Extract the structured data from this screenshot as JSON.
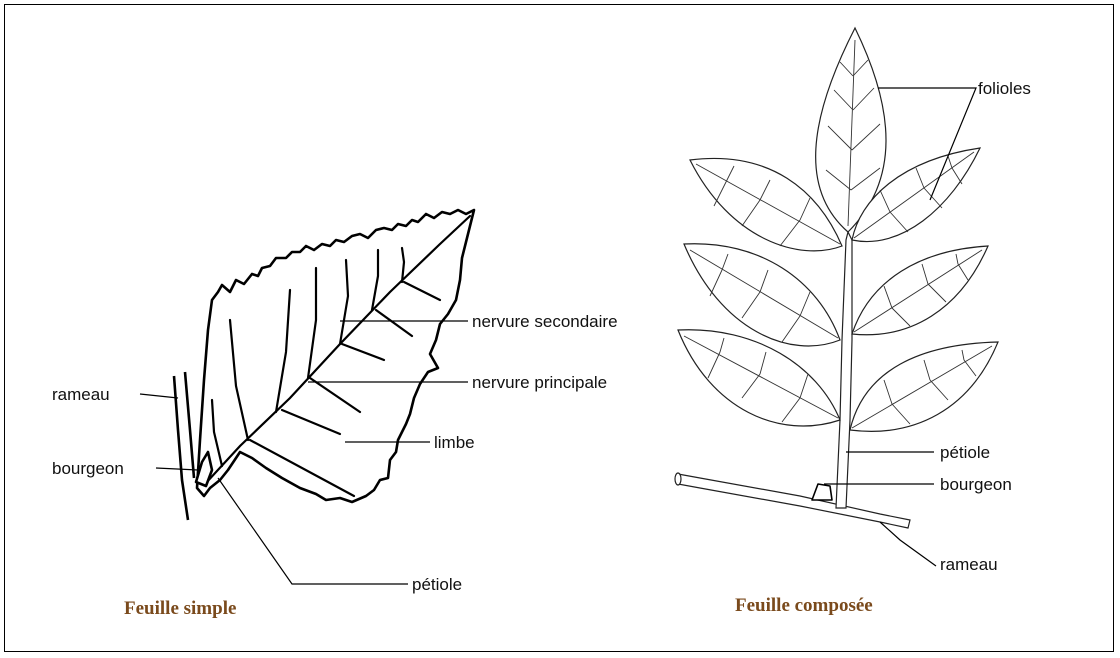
{
  "simple_leaf": {
    "caption": "Feuille simple",
    "labels": {
      "rameau": "rameau",
      "bourgeon": "bourgeon",
      "nervure_secondaire": "nervure secondaire",
      "nervure_principale": "nervure principale",
      "limbe": "limbe",
      "petiole": "pétiole"
    }
  },
  "compound_leaf": {
    "caption": "Feuille composée",
    "labels": {
      "folioles": "folioles",
      "petiole": "pétiole",
      "bourgeon": "bourgeon",
      "rameau": "rameau"
    }
  },
  "colors": {
    "caption": "#7a4a1c",
    "line": "#000000"
  }
}
